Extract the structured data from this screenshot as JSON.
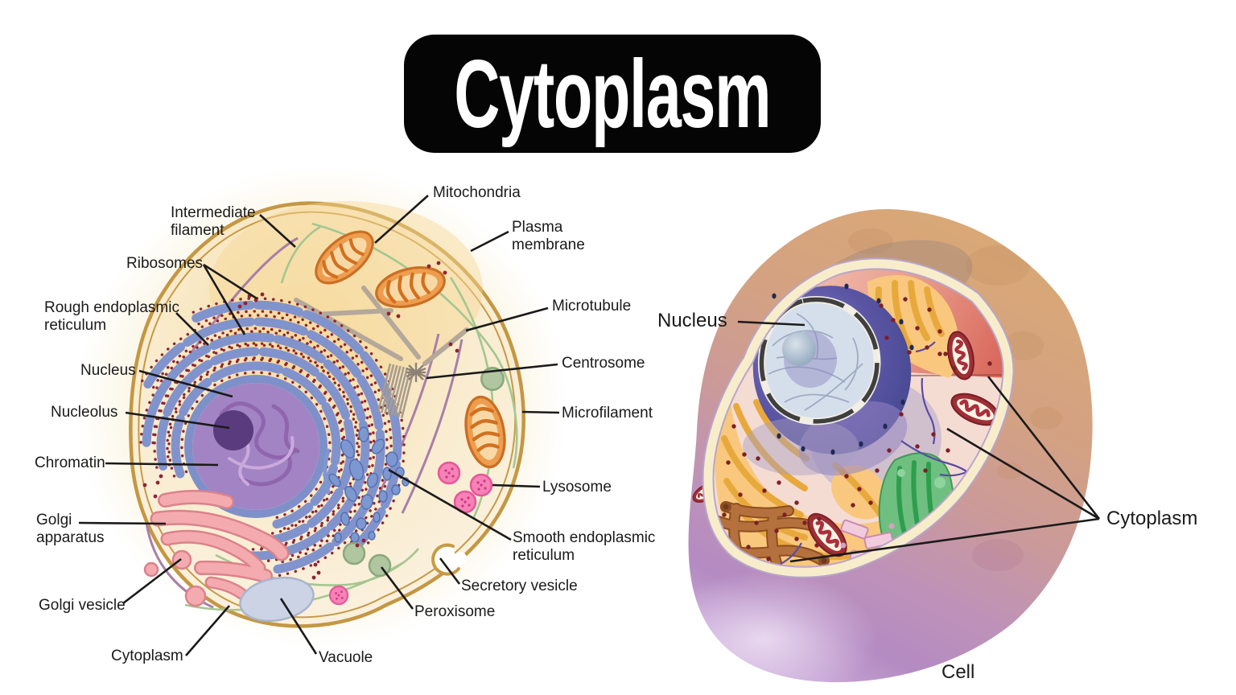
{
  "title": "Cytoplasm",
  "left_diagram": {
    "description": "animal cell cross-section",
    "labels": [
      {
        "id": "intermediate-filament",
        "text": "Intermediate filament"
      },
      {
        "id": "ribosomes",
        "text": "Ribosomes"
      },
      {
        "id": "rough-endoplasmic-reticulum",
        "text": "Rough endoplasmic reticulum"
      },
      {
        "id": "nucleus",
        "text": "Nucleus"
      },
      {
        "id": "nucleolus",
        "text": "Nucleolus"
      },
      {
        "id": "chromatin",
        "text": "Chromatin"
      },
      {
        "id": "golgi-apparatus",
        "text": "Golgi apparatus"
      },
      {
        "id": "golgi-vesicle",
        "text": "Golgi vesicle"
      },
      {
        "id": "cytoplasm",
        "text": "Cytoplasm"
      },
      {
        "id": "vacuole",
        "text": "Vacuole"
      },
      {
        "id": "peroxisome",
        "text": "Peroxisome"
      },
      {
        "id": "secretory-vesicle",
        "text": "Secretory vesicle"
      },
      {
        "id": "smooth-endoplasmic-reticulum",
        "text": "Smooth endoplasmic reticulum"
      },
      {
        "id": "lysosome",
        "text": "Lysosome"
      },
      {
        "id": "microfilament",
        "text": "Microfilament"
      },
      {
        "id": "centrosome",
        "text": "Centrosome"
      },
      {
        "id": "microtubule",
        "text": "Microtubule"
      },
      {
        "id": "plasma-membrane",
        "text": "Plasma membrane"
      },
      {
        "id": "mitochondria",
        "text": "Mitochondria"
      }
    ]
  },
  "right_diagram": {
    "description": "3D cutaway animal cell",
    "labels": [
      {
        "id": "nucleus",
        "text": "Nucleus"
      },
      {
        "id": "cytoplasm",
        "text": "Cytoplasm"
      },
      {
        "id": "cell",
        "text": "Cell"
      }
    ]
  },
  "colors": {
    "title_bg": "#050505",
    "title_text": "#FFFFFF",
    "label_text": "#1A1A1A",
    "membrane_gold": "#C49743",
    "cytosol_cream": "#FAF1DC",
    "rough_er_blue": "#8193CC",
    "ribosome_red": "#8E2433",
    "nucleus_purple": "#A284C4",
    "nucleolus_purple": "#5A3B7E",
    "golgi_pink": "#F4ABAF",
    "mitochondria_orange": "#EE9D4F",
    "lysosome_pink": "#F583B5",
    "peroxisome_green": "#AFC6A0",
    "vacuole_blue": "#CBD3E5",
    "microtubule_gray": "#B3A89A",
    "microfilament_green": "#A5C691",
    "intermediate_filament_purple": "#A87FA8",
    "cell3d_tan": "#D9A878",
    "cell3d_purple": "#B48BC2",
    "cut_floor_pink": "#F5DCD3",
    "cut_wall_red": "#D96A5D",
    "nucleus3d_blue": "#4A4C9E",
    "nucleoplasm_blue": "#D5DEEB",
    "er_gold": "#E8A93C",
    "golgi_green_3d": "#6FBF81",
    "tubule_brown": "#B5713D",
    "mito_red_3d": "#9E2F36"
  }
}
